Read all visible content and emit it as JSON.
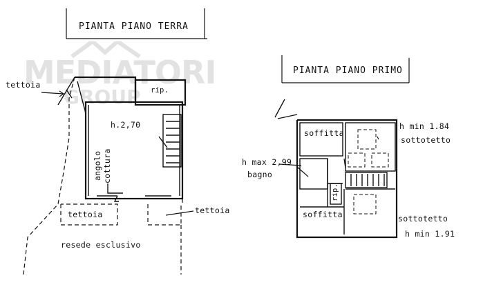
{
  "watermark": {
    "brand": "MEDIATORI",
    "group": "GROUP"
  },
  "ground_floor": {
    "title": "PIANTA  PIANO  TERRA",
    "label_tettoia_top": "tettoia",
    "label_rip": "rip.",
    "label_height": "h.2,70",
    "label_angolo": "angolo",
    "label_cottura": "cottura",
    "label_tettoia_left": "tettoia",
    "label_tettoia_right": "tettoia",
    "label_resede": "resede  esclusivo"
  },
  "first_floor": {
    "title": "PIANTA  PIANO  PRIMO",
    "label_soffitta_top": "soffitta",
    "label_hmin_top": "h min 1.84",
    "label_sottotetto_top": "sottotetto",
    "label_hmax": "h max 2,99",
    "label_bagno": "bagno",
    "label_rip": "rip.",
    "label_soffitta_bottom": "soffitta",
    "label_sottotetto_bottom": "sottotetto",
    "label_hmin_bottom": "h  min  1.91"
  }
}
